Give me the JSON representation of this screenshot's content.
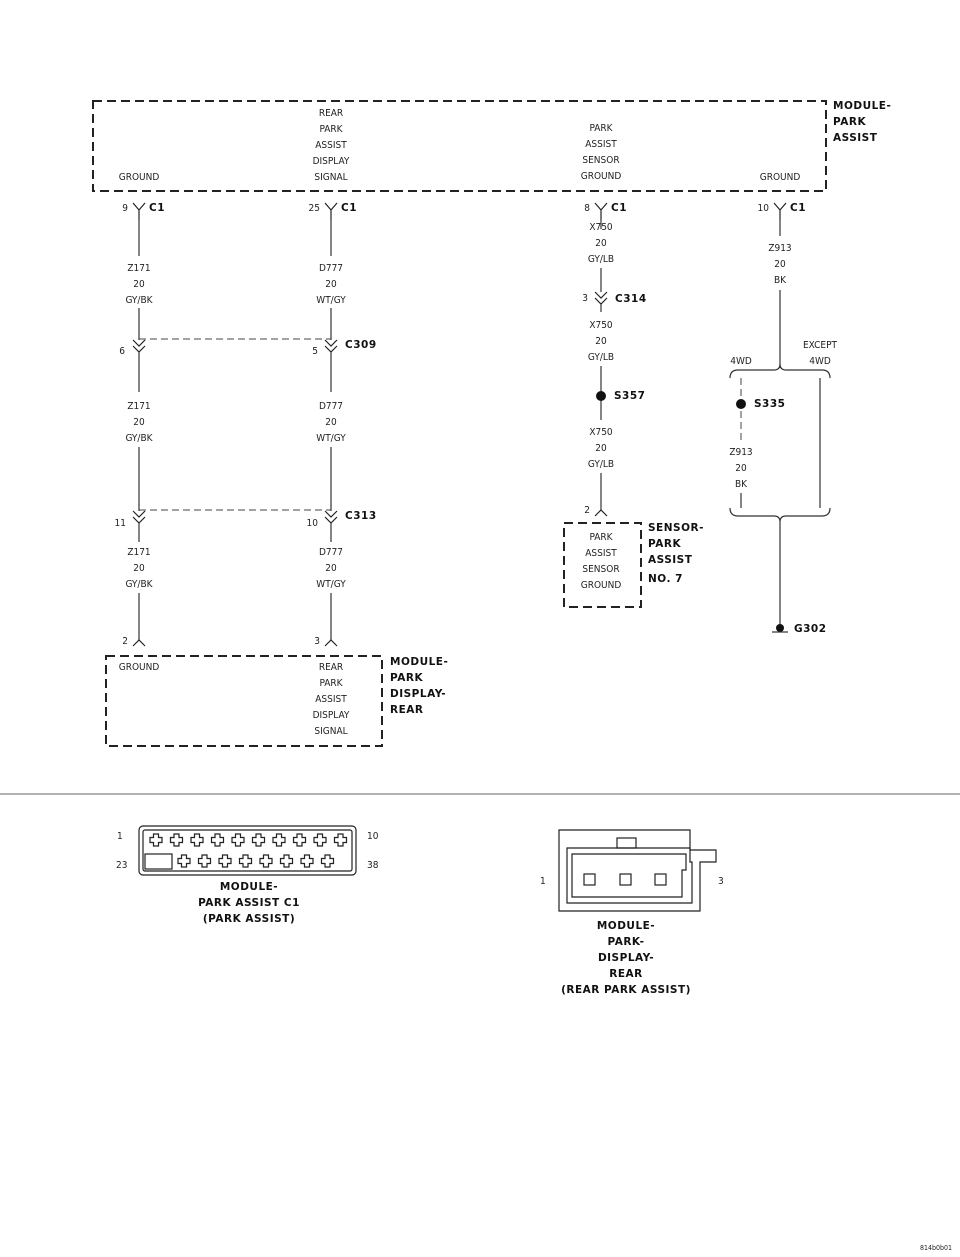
{
  "module_park_assist": {
    "name": [
      "MODULE-",
      "PARK",
      "ASSIST"
    ],
    "pins": {
      "ground_left": "GROUND",
      "rear_display_signal": [
        "REAR",
        "PARK",
        "ASSIST",
        "DISPLAY",
        "SIGNAL"
      ],
      "sensor_ground": [
        "PARK",
        "ASSIST",
        "SENSOR",
        "GROUND"
      ],
      "ground_right": "GROUND"
    }
  },
  "c1_pins": {
    "p9": "9",
    "p25": "25",
    "p8": "8",
    "p10": "10",
    "connector": "C1"
  },
  "wires": {
    "z171": [
      "Z171",
      "20",
      "GY/BK"
    ],
    "d777": [
      "D777",
      "20",
      "WT/GY"
    ],
    "x750": [
      "X750",
      "20",
      "GY/LB"
    ],
    "z913": [
      "Z913",
      "20",
      "BK"
    ]
  },
  "connectors": {
    "c309": {
      "name": "C309",
      "pin_left": "6",
      "pin_right": "5"
    },
    "c313": {
      "name": "C313",
      "pin_left": "11",
      "pin_right": "10"
    },
    "c314": {
      "name": "C314",
      "pin": "3"
    }
  },
  "splices": {
    "s357": "S357",
    "s335": "S335"
  },
  "options": {
    "awd": "4WD",
    "except": "EXCEPT",
    "except_awd": "4WD"
  },
  "ground": "G302",
  "sensor_park_assist": {
    "pin": "2",
    "name": [
      "SENSOR-",
      "PARK",
      "ASSIST",
      "NO. 7"
    ],
    "pins": [
      "PARK",
      "ASSIST",
      "SENSOR",
      "GROUND"
    ]
  },
  "module_display_rear": {
    "pin_ground": "2",
    "pin_signal": "3",
    "name": [
      "MODULE-",
      "PARK",
      "DISPLAY-",
      "REAR"
    ],
    "ground_label": "GROUND",
    "signal_label": [
      "REAR",
      "PARK",
      "ASSIST",
      "DISPLAY",
      "SIGNAL"
    ]
  },
  "connector_views": {
    "c1": {
      "pin_tl": "1",
      "pin_tr": "10",
      "pin_bl": "23",
      "pin_br": "38",
      "caption": [
        "MODULE-",
        "PARK ASSIST C1",
        "(PARK ASSIST)"
      ]
    },
    "display": {
      "pin_l": "1",
      "pin_r": "3",
      "caption": [
        "MODULE-",
        "PARK-",
        "DISPLAY-",
        "REAR",
        "(REAR PARK ASSIST)"
      ]
    }
  },
  "figure_code": "814b0b01"
}
